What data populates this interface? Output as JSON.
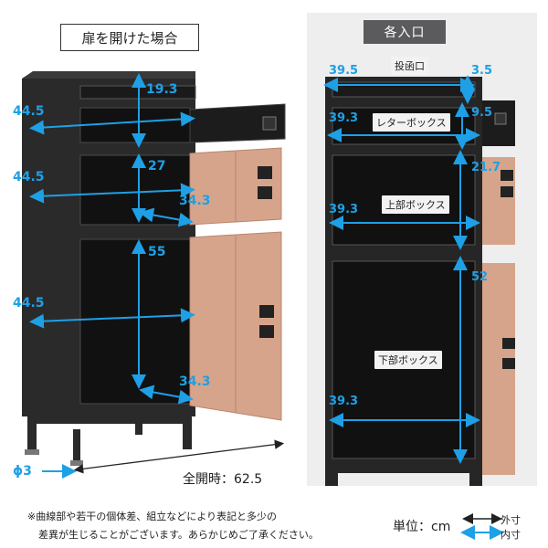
{
  "left": {
    "title": "扉を開けた場合",
    "dims": {
      "d_19_3": "19.3",
      "d_44_5_top": "44.5",
      "d_27": "27",
      "d_44_5_mid": "44.5",
      "d_34_3_mid": "34.3",
      "d_55": "55",
      "d_44_5_bot": "44.5",
      "d_34_3_bot": "34.3",
      "d_phi3": "ϕ3",
      "open_width": "全開時：62.5"
    }
  },
  "right": {
    "header": "各入口",
    "slot_label": "投函口",
    "letter_label": "レターボックス",
    "upper_label": "上部ボックス",
    "lower_label": "下部ボックス",
    "dims": {
      "slot_w": "39.5",
      "slot_h": "3.5",
      "letter_w": "39.3",
      "letter_h": "9.5",
      "upper_h": "21.7",
      "upper_w": "39.3",
      "lower_h": "52",
      "lower_w": "39.3"
    }
  },
  "footer": {
    "note_line1": "※曲線部や若干の個体差、組立などにより表記と多少の",
    "note_line2": "差異が生じることがございます。あらかじめご了承ください。",
    "unit": "単位：cm",
    "legend_outer": "外寸",
    "legend_inner": "内寸"
  },
  "colors": {
    "inner_dim": "#1ea0e6",
    "outer_dim": "#222222",
    "cabinet": "#262626",
    "door": "#d6a48a",
    "panel_bg": "#eeeeef"
  }
}
